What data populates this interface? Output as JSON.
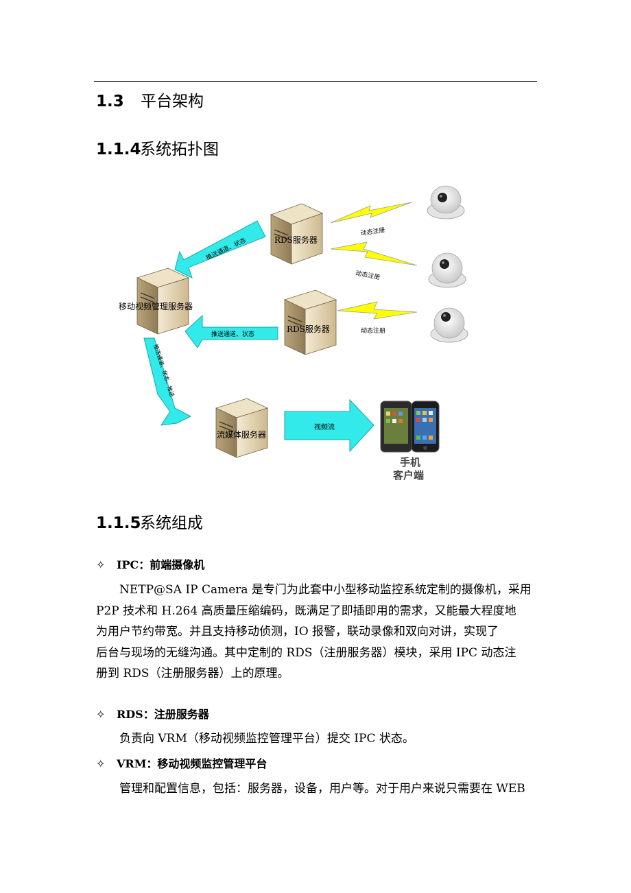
{
  "section": {
    "number": "1.3",
    "title": "平台架构"
  },
  "topology": {
    "number": "1.1.4",
    "title": "系统拓扑图",
    "diagram": {
      "rds_server_1": "RDS服务器",
      "rds_server_2": "RDS服务器",
      "mgmt_server": "移动视频管理服务器",
      "stream_server": "流媒体服务器",
      "push_label_top": "推送通道、状态",
      "push_label_bottom": "推送通道、状态",
      "vertical_arrow_label": "推送通道、状态、推送",
      "reg_label_1": "动态注册",
      "reg_label_2": "动态注册",
      "reg_label_3": "动态注册",
      "video_label": "视频流",
      "client_line1": "手机",
      "client_line2": "客户端",
      "colors": {
        "arrow": "#33eaea",
        "bolt": "#ffff00",
        "server": "#e6d6b4"
      }
    }
  },
  "composition": {
    "number": "1.1.5",
    "title": "系统组成",
    "items": [
      {
        "symbol": "✧",
        "label": "IPC：前端摄像机",
        "lines": [
          "NETP@SA IP Camera 是专门为此套中小型移动监控系统定制的摄像机，采用",
          "P2P 技术和 H.264 高质量压缩编码，既满足了即插即用的需求，又能最大程度地",
          "为用户节约带宽。并且支持移动侦测，IO 报警，联动录像和双向对讲，实现了",
          "后台与现场的无缝沟通。其中定制的 RDS（注册服务器）模块，采用 IPC 动态注",
          "册到 RDS（注册服务器）上的原理。"
        ]
      },
      {
        "symbol": "✧",
        "label": "RDS：注册服务器",
        "lines": [
          "负责向 VRM（移动视频监控管理平台）提交 IPC 状态。"
        ]
      },
      {
        "symbol": "✧",
        "label": "VRM：移动视频监控管理平台",
        "lines": [
          "管理和配置信息，包括：服务器，设备，用户等。对于用户来说只需要在 WEB"
        ]
      }
    ]
  }
}
